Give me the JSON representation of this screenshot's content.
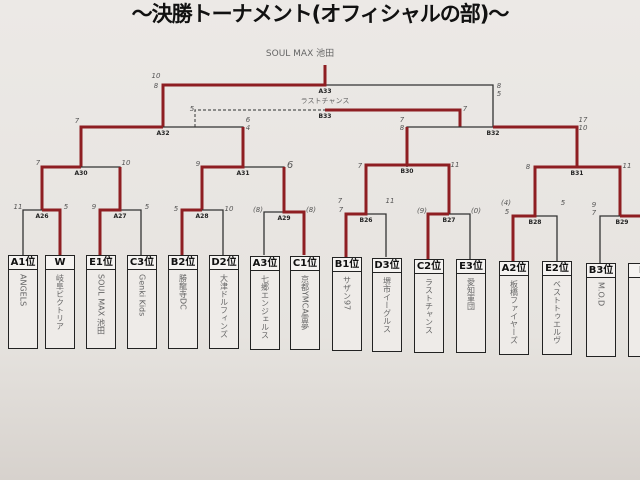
{
  "title": "～決勝トーナメント(オフィシャルの部)～",
  "champion": "SOUL MAX 池田",
  "final": {
    "id": "A33",
    "label": "ラストチャンス"
  },
  "third": {
    "id": "B33"
  },
  "matches": [
    "A26",
    "A27",
    "A28",
    "A29",
    "B26",
    "B27",
    "B28",
    "B29",
    "A30",
    "A31",
    "B30",
    "B31",
    "A32",
    "B32"
  ],
  "teams": [
    {
      "seed": "A1位",
      "name": "ANGELS"
    },
    {
      "seed": "W",
      "name": "岐阜ビクトリア"
    },
    {
      "seed": "E1位",
      "name": "SOUL MAX 池田"
    },
    {
      "seed": "C3位",
      "name": "Genki Kids"
    },
    {
      "seed": "B2位",
      "name": "勝龍寺DC"
    },
    {
      "seed": "D2位",
      "name": "大津ドルフィンズ"
    },
    {
      "seed": "A3位",
      "name": "七郷エンジェルス"
    },
    {
      "seed": "C1位",
      "name": "京都YMCA雷夢"
    },
    {
      "seed": "B1位",
      "name": "サザン97"
    },
    {
      "seed": "D3位",
      "name": "堺市イーグルス"
    },
    {
      "seed": "C2位",
      "name": "ラストチャンス"
    },
    {
      "seed": "E3位",
      "name": "愛知軍団"
    },
    {
      "seed": "A2位",
      "name": "板橋ファイヤーズ"
    },
    {
      "seed": "E2位",
      "name": "ベストトゥエルヴ"
    },
    {
      "seed": "B3位",
      "name": "M.O.D"
    },
    {
      "seed": "D",
      "name": ""
    }
  ],
  "scores": [
    "10",
    "8",
    "8",
    "5",
    "5",
    "7",
    "7",
    "6",
    "4",
    "7",
    "8",
    "17",
    "10",
    "7",
    "10",
    "9",
    "6",
    "7",
    "11",
    "8",
    "11",
    "11",
    "5",
    "9",
    "5",
    "5",
    "10",
    "(8)",
    "(8)",
    "7",
    "11",
    "7",
    "(9)",
    "(0)",
    "(4)",
    "5",
    "9",
    "7",
    "5"
  ]
}
